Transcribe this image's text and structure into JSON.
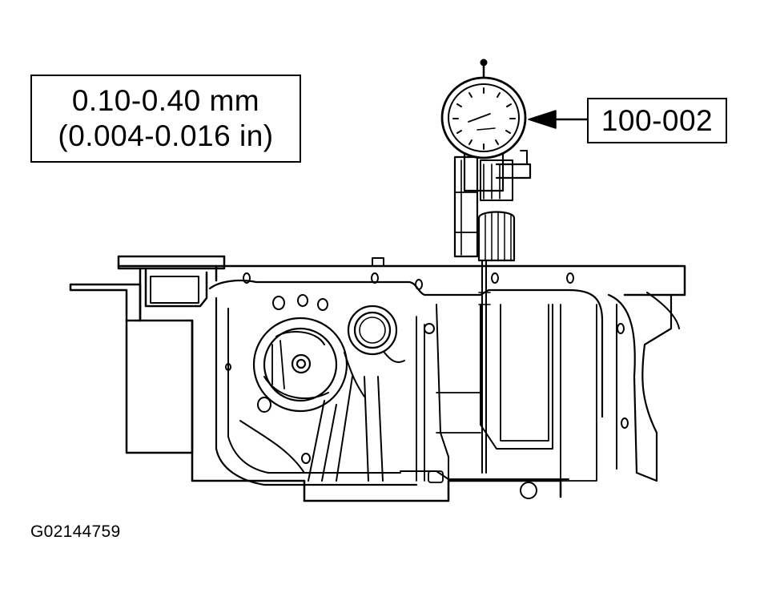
{
  "specification": {
    "metric": "0.10-0.40 mm",
    "imperial": "(0.004-0.016 in)"
  },
  "tool_callout": {
    "label": "100-002"
  },
  "figure_id": "G02144759"
}
